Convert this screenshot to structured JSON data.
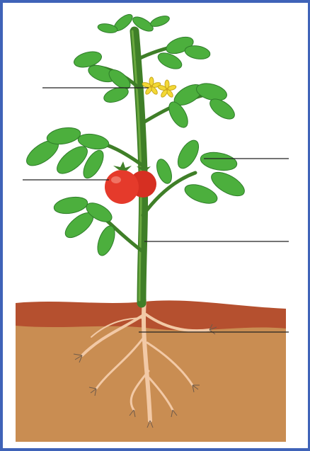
{
  "diagram": {
    "subject": "tomato plant",
    "parts": [
      "flower",
      "leaf",
      "fruit",
      "stem",
      "root"
    ],
    "label_lines_count": 5,
    "label_texts": [
      "",
      "",
      "",
      "",
      ""
    ],
    "colors": {
      "frame_border": "#3f63b8",
      "leaf": "#4caf3d",
      "leaf_dark": "#2f7d2a",
      "stem": "#3f7f28",
      "fruit": "#e53a2b",
      "flower": "#f3d835",
      "soil_top": "#b5502f",
      "soil": "#c98d52",
      "root": "#f2c9a6",
      "label_line": "#222222"
    }
  }
}
